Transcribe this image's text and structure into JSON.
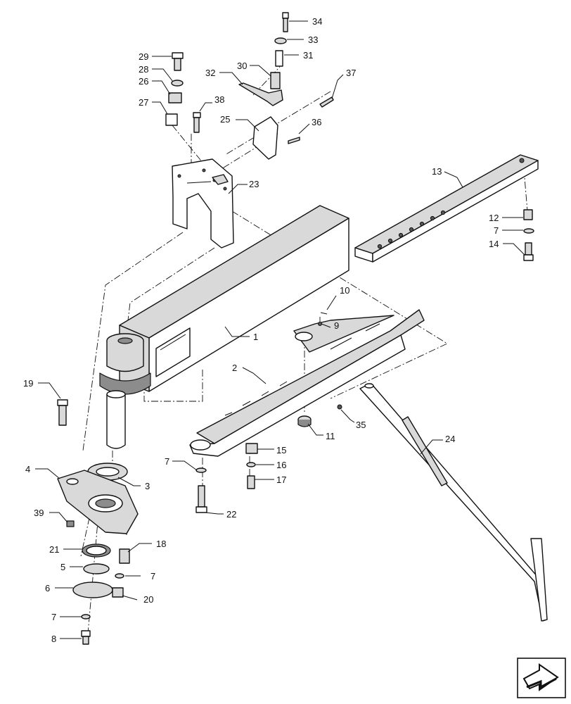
{
  "callouts": [
    {
      "id": "c1",
      "label": "1"
    },
    {
      "id": "c2",
      "label": "2"
    },
    {
      "id": "c3",
      "label": "3"
    },
    {
      "id": "c4",
      "label": "4"
    },
    {
      "id": "c5",
      "label": "5"
    },
    {
      "id": "c6",
      "label": "6"
    },
    {
      "id": "c7a",
      "label": "7"
    },
    {
      "id": "c7b",
      "label": "7"
    },
    {
      "id": "c7c",
      "label": "7"
    },
    {
      "id": "c7d",
      "label": "7"
    },
    {
      "id": "c8",
      "label": "8"
    },
    {
      "id": "c9",
      "label": "9"
    },
    {
      "id": "c10",
      "label": "10"
    },
    {
      "id": "c11",
      "label": "11"
    },
    {
      "id": "c12",
      "label": "12"
    },
    {
      "id": "c13",
      "label": "13"
    },
    {
      "id": "c14",
      "label": "14"
    },
    {
      "id": "c15",
      "label": "15"
    },
    {
      "id": "c16",
      "label": "16"
    },
    {
      "id": "c17",
      "label": "17"
    },
    {
      "id": "c18",
      "label": "18"
    },
    {
      "id": "c19",
      "label": "19"
    },
    {
      "id": "c20",
      "label": "20"
    },
    {
      "id": "c21",
      "label": "21"
    },
    {
      "id": "c22",
      "label": "22"
    },
    {
      "id": "c23",
      "label": "23"
    },
    {
      "id": "c24",
      "label": "24"
    },
    {
      "id": "c25",
      "label": "25"
    },
    {
      "id": "c26",
      "label": "26"
    },
    {
      "id": "c27",
      "label": "27"
    },
    {
      "id": "c28",
      "label": "28"
    },
    {
      "id": "c29",
      "label": "29"
    },
    {
      "id": "c30",
      "label": "30"
    },
    {
      "id": "c31",
      "label": "31"
    },
    {
      "id": "c32",
      "label": "32"
    },
    {
      "id": "c33",
      "label": "33"
    },
    {
      "id": "c34",
      "label": "34"
    },
    {
      "id": "c35",
      "label": "35"
    },
    {
      "id": "c36",
      "label": "36"
    },
    {
      "id": "c37",
      "label": "37"
    },
    {
      "id": "c38",
      "label": "38"
    },
    {
      "id": "c39",
      "label": "39"
    }
  ],
  "navigation": {
    "icon": "next-page-arrow-icon"
  }
}
